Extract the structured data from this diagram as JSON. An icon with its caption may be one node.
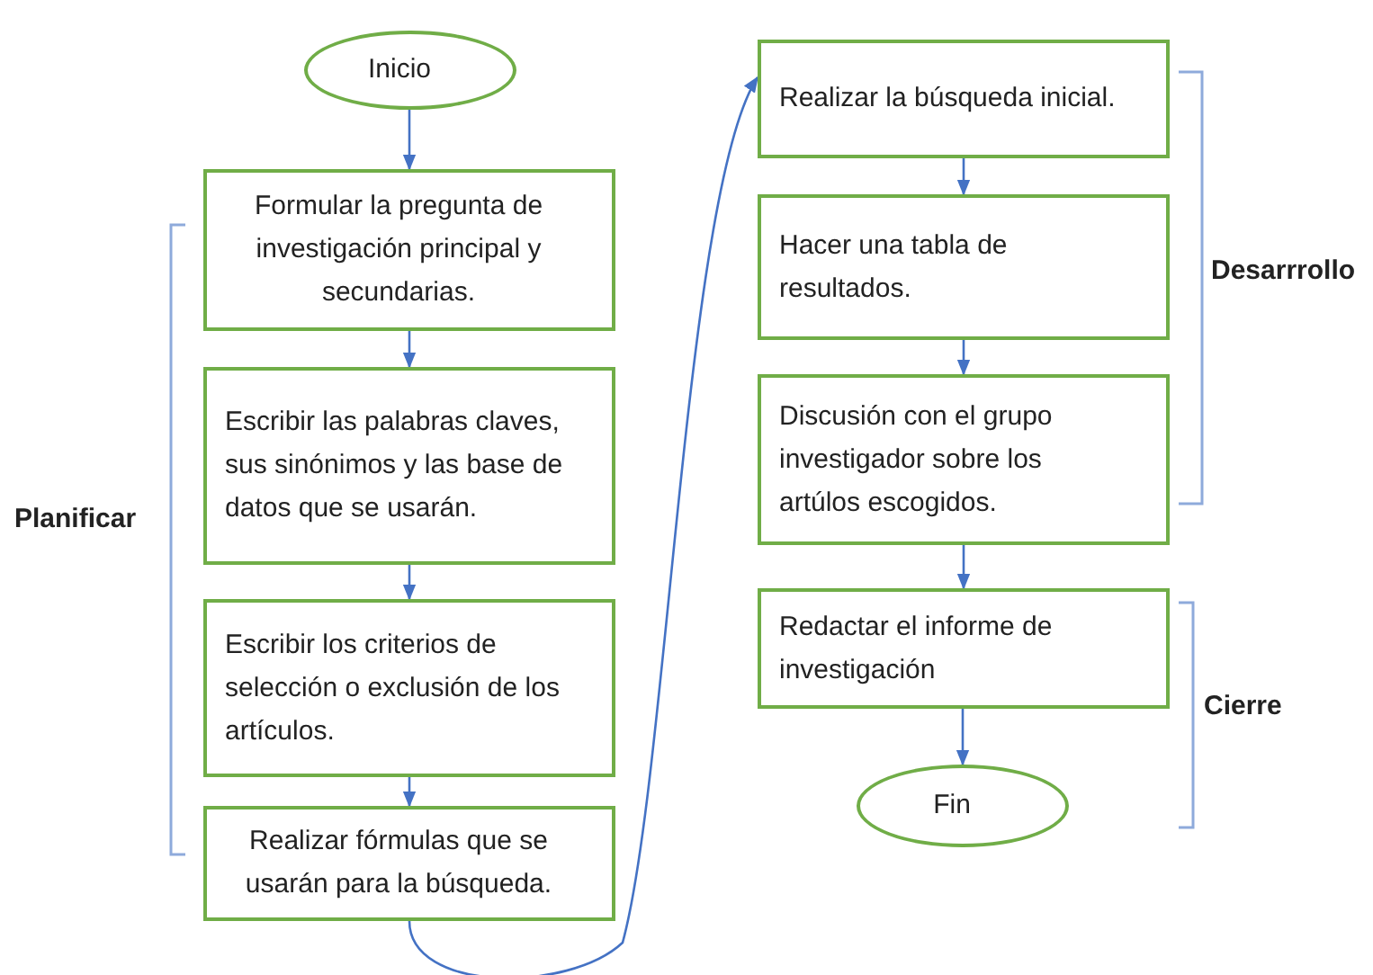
{
  "diagram": {
    "nodes": [
      {
        "text": [
          "Inicio"
        ]
      },
      {
        "text": [
          "Formular la pregunta de investigación principal y secundarias."
        ]
      },
      {
        "text": [
          "Escribir las palabras claves, sus sinónimos y las base de datos que se usarán."
        ]
      },
      {
        "text": [
          "Escribir los criterios de selección o exclusión de los artículos."
        ]
      },
      {
        "text": [
          "Realizar fórmulas que se usarán para la búsqueda."
        ]
      },
      {
        "text": [
          "Realizar la búsqueda inicial."
        ]
      },
      {
        "text": [
          "Hacer una tabla de resultados."
        ]
      },
      {
        "text": [
          "Discusión con el grupo investigador sobre los artúlos escogidos."
        ]
      },
      {
        "text": [
          "Redactar el informe de investigación"
        ]
      },
      {
        "text": [
          "Fin"
        ]
      }
    ],
    "edges": [
      {
        "from": 0,
        "to": 1,
        "arrow": "to"
      },
      {
        "from": 1,
        "to": 2,
        "arrow": "to"
      },
      {
        "from": 2,
        "to": 3,
        "arrow": "to"
      },
      {
        "from": 3,
        "to": 4,
        "arrow": "to"
      },
      {
        "from": 4,
        "to": 5,
        "arrow": "to"
      },
      {
        "from": 5,
        "to": 6,
        "arrow": "to"
      },
      {
        "from": 6,
        "to": 7,
        "arrow": "to"
      },
      {
        "from": 7,
        "to": 8,
        "arrow": "to"
      },
      {
        "from": 8,
        "to": 9,
        "arrow": "to"
      }
    ],
    "labels": [
      "Planificar",
      "Desarrrollo",
      "Cierre"
    ]
  }
}
